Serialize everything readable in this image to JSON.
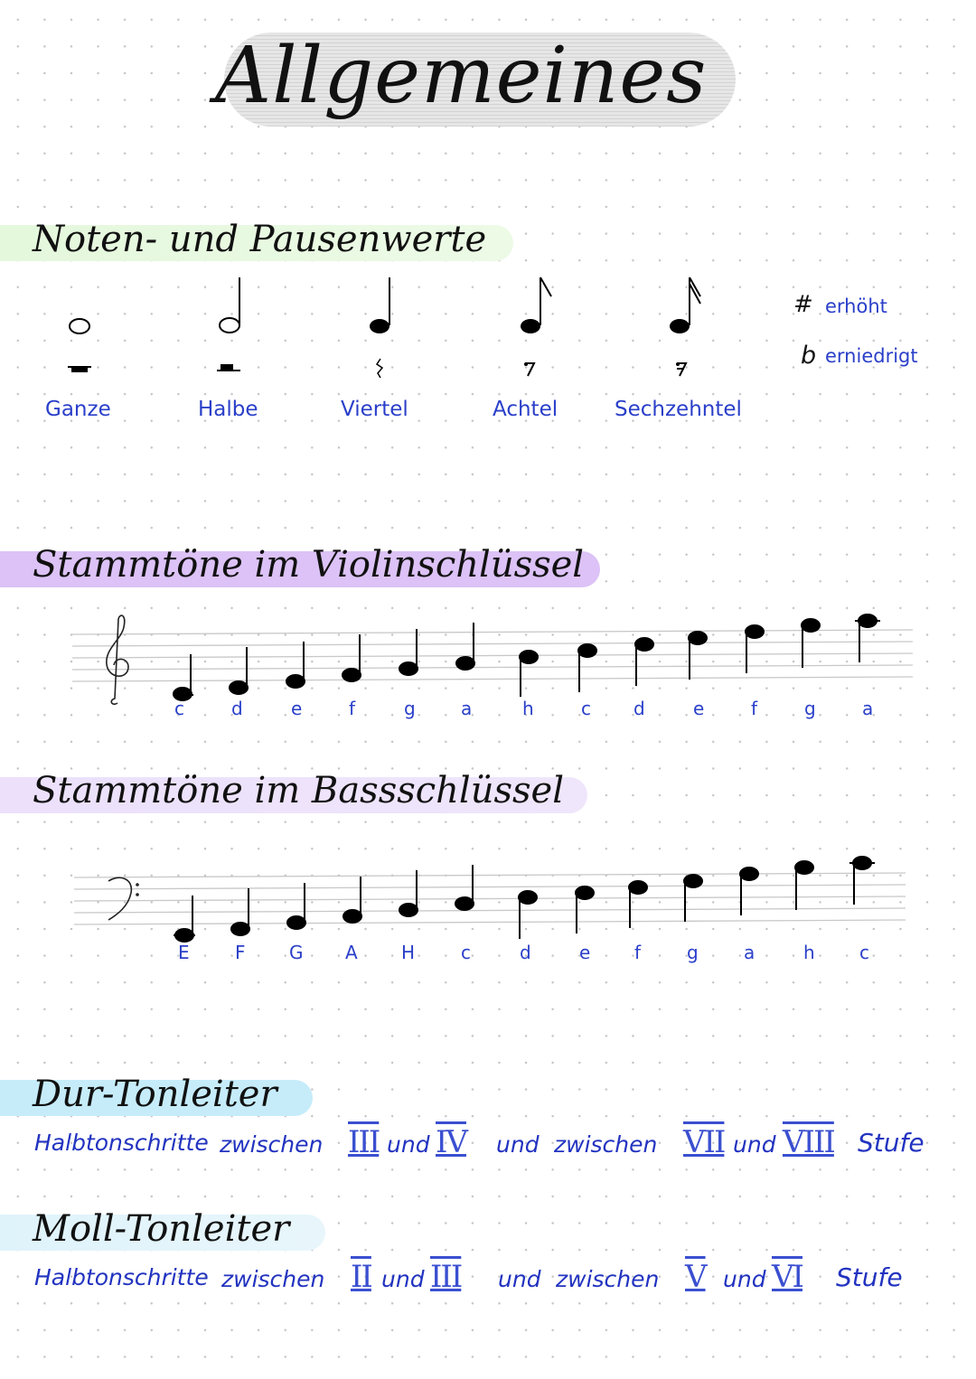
{
  "page_title": "Allgemeines",
  "colors": {
    "label_blue": "#2a3fc9",
    "highlight_green": "#e4f8dc",
    "highlight_purple": "#dcc2f6",
    "highlight_lavender": "#ece0fb",
    "highlight_blue": "#c6ecfa",
    "highlight_lightblue": "#dff3fb"
  },
  "note_values": {
    "heading": "Noten- und Pausenwerte",
    "items": [
      {
        "label": "Ganze",
        "note": "whole-note",
        "rest": "whole-rest"
      },
      {
        "label": "Halbe",
        "note": "half-note",
        "rest": "half-rest"
      },
      {
        "label": "Viertel",
        "note": "quarter-note",
        "rest": "quarter-rest"
      },
      {
        "label": "Achtel",
        "note": "eighth-note",
        "rest": "eighth-rest"
      },
      {
        "label": "Sechzehntel",
        "note": "sixteenth-note",
        "rest": "sixteenth-rest"
      }
    ],
    "accidentals": [
      {
        "symbol": "#",
        "label": "erhöht"
      },
      {
        "symbol": "b",
        "label": "erniedrigt"
      }
    ]
  },
  "treble": {
    "heading": "Stammtöne im Violinschlüssel",
    "clef": "treble-clef",
    "notes": [
      "c",
      "d",
      "e",
      "f",
      "g",
      "a",
      "h",
      "c",
      "d",
      "e",
      "f",
      "g",
      "a"
    ]
  },
  "bass": {
    "heading": "Stammtöne im Bassschlüssel",
    "clef": "bass-clef",
    "notes": [
      "E",
      "F",
      "G",
      "A",
      "H",
      "c",
      "d",
      "e",
      "f",
      "g",
      "a",
      "h",
      "c"
    ]
  },
  "major_scale": {
    "heading": "Dur-Tonleiter",
    "text1": "Halbtonschritte",
    "text2": "zwischen",
    "deg1": "III",
    "and1": "und",
    "deg2": "IV",
    "text3": "und",
    "text4": "zwischen",
    "deg3": "VII",
    "and2": "und",
    "deg4": "VIII",
    "text5": "Stufe"
  },
  "minor_scale": {
    "heading": "Moll-Tonleiter",
    "text1": "Halbtonschritte",
    "text2": "zwischen",
    "deg1": "II",
    "and1": "und",
    "deg2": "III",
    "text3": "und",
    "text4": "zwischen",
    "deg3": "V",
    "and2": "und",
    "deg4": "VI",
    "text5": "Stufe"
  }
}
